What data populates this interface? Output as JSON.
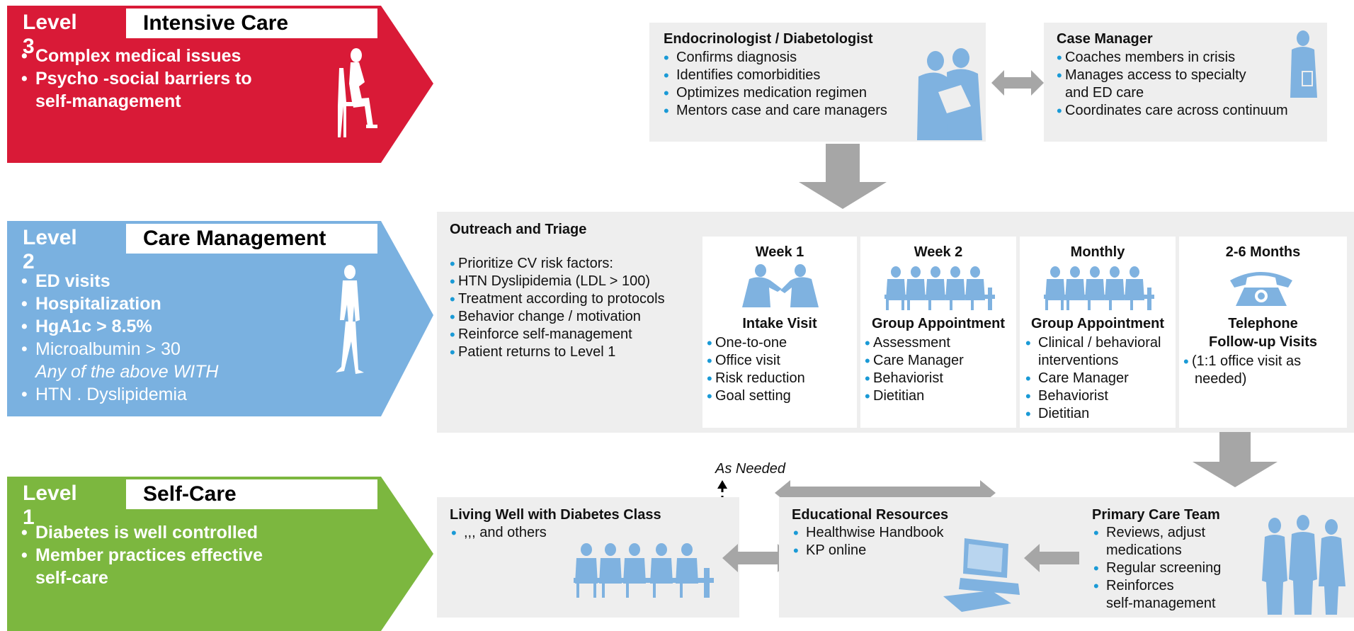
{
  "colors": {
    "level3": "#d91a37",
    "level2": "#7ab1e0",
    "level1": "#7cb73f",
    "panel": "#eeeeee",
    "icon": "#7fb2e0",
    "arrow": "#a6a6a6",
    "bullet": "#1a9ad6"
  },
  "levels": {
    "level3": {
      "number": "Level 3",
      "name": "Intensive Care",
      "bullets": [
        "Complex medical issues",
        "Psycho -social barriers to",
        "self-management"
      ]
    },
    "level2": {
      "number": "Level 2",
      "name": "Care Management",
      "bullets_bold": [
        "ED visits",
        "Hospitalization",
        "HgA1c",
        "> 8.5%"
      ],
      "bullets_regular": [
        "Microalbumin > 30",
        "Any of the above WITH",
        "HTN . Dyslipidemia"
      ]
    },
    "level1": {
      "number": "Level 1",
      "name": "Self-Care",
      "bullets": [
        "Diabetes is well controlled",
        "Member practices effective",
        "self-care"
      ]
    }
  },
  "endocrinologist": {
    "title": "Endocrinologist / Diabetologist",
    "items": [
      "Confirms diagnosis",
      "Identifies comorbidities",
      "Optimizes medication regimen",
      "Mentors case and care managers"
    ]
  },
  "case_manager": {
    "title": "Case Manager",
    "items": [
      "Coaches members in crisis",
      "Manages access to specialty",
      "and ED care",
      "Coordinates care across continuum"
    ]
  },
  "outreach": {
    "title": "Outreach and Triage",
    "items": [
      "Prioritize CV risk factors:",
      "HTN Dyslipidemia (LDL > 100)",
      "Treatment according to protocols",
      "Behavior change / motivation",
      "Reinforce self-management",
      "Patient returns to Level 1"
    ]
  },
  "stages": [
    {
      "when": "Week 1",
      "title": "Intake Visit",
      "items": [
        "One-to-one",
        "Office visit",
        "Risk reduction",
        "Goal setting"
      ]
    },
    {
      "when": "Week 2",
      "title": "Group Appointment",
      "items": [
        "Assessment",
        "Care Manager",
        "Behaviorist",
        "Dietitian"
      ]
    },
    {
      "when": "Monthly",
      "title": "Group Appointment",
      "items": [
        "Clinical / behavioral",
        "interventions",
        "Care Manager",
        "Behaviorist",
        "Dietitian"
      ]
    },
    {
      "when": "2-6 Months",
      "title": "Telephone",
      "title2": "Follow-up Visits",
      "items": [
        "(1:1 office visit as",
        "needed)"
      ]
    }
  ],
  "as_needed": "As Needed",
  "living_well": {
    "title": "Living Well with Diabetes Class",
    "items": [
      ",,, and others"
    ]
  },
  "educational": {
    "title": "Educational Resources",
    "items": [
      "Healthwise Handbook",
      "KP online"
    ]
  },
  "primary_care": {
    "title": "Primary Care Team",
    "items": [
      "Reviews, adjust",
      "medications",
      "Regular screening",
      "Reinforces",
      "self-management"
    ]
  }
}
